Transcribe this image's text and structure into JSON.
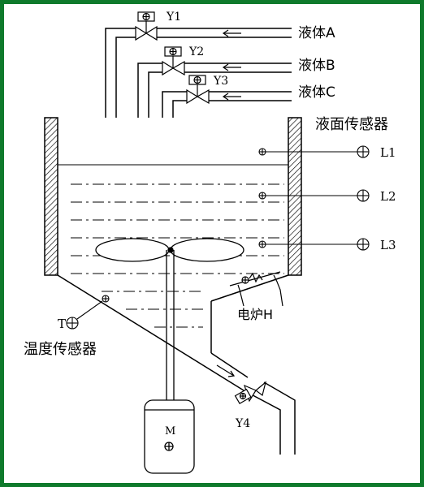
{
  "colors": {
    "frame": "#0f7a2c",
    "ink": "#000000",
    "background": "#ffffff"
  },
  "valves": {
    "y1": "Y1",
    "y2": "Y2",
    "y3": "Y3",
    "y4": "Y4"
  },
  "liquids": {
    "a": "液体A",
    "b": "液体B",
    "c": "液体C"
  },
  "level_sensor_title": "液面传感器",
  "level_sensors": [
    "L1",
    "L2",
    "L3"
  ],
  "heater_label": "电炉H",
  "temp_sensor_tag": "T",
  "temp_sensor_label": "温度传感器",
  "motor_label": "M"
}
